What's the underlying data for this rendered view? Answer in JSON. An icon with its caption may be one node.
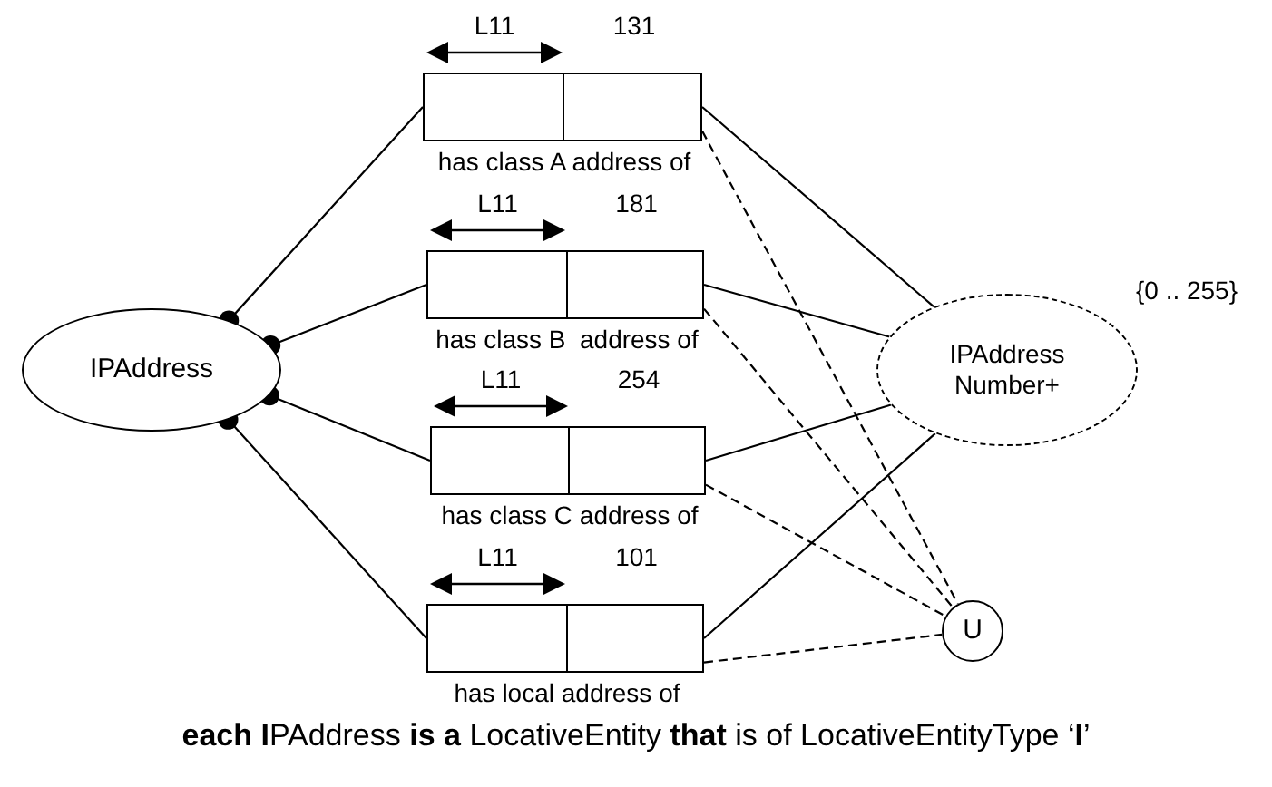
{
  "diagram": {
    "caption": "**each I**PAddress **is a** LocativeEntity **that** is of LocativeEntityType ‘**I**’",
    "nodes": [
      {
        "text": [
          "IPAddress"
        ]
      },
      {
        "text": [],
        "shape": "box",
        "beside": [
          "L11",
          "131",
          "has class A address of"
        ]
      },
      {
        "text": [],
        "shape": "box",
        "beside": [
          "L11",
          "181",
          "has class B  address of"
        ]
      },
      {
        "text": [],
        "shape": "box",
        "beside": [
          "L11",
          "254",
          "has class C address of"
        ]
      },
      {
        "text": [],
        "shape": "box",
        "beside": [
          "L11",
          "101",
          "has local address of"
        ]
      },
      {
        "text": [
          "IPAddress Number+"
        ],
        "beside": [
          "{0 .. 255}"
        ]
      },
      {
        "text": [
          "U"
        ]
      }
    ],
    "edges": [
      {
        "from": 0,
        "to": 1,
        "arrow": "other"
      },
      {
        "from": 0,
        "to": 2,
        "arrow": "other"
      },
      {
        "from": 0,
        "to": 3,
        "arrow": "other"
      },
      {
        "from": 0,
        "to": 4,
        "arrow": "other"
      },
      {
        "from": 1,
        "to": 5,
        "arrow": "none"
      },
      {
        "from": 2,
        "to": 5,
        "arrow": "none"
      },
      {
        "from": 3,
        "to": 5,
        "arrow": "none"
      },
      {
        "from": 4,
        "to": 5,
        "arrow": "none"
      },
      {
        "from": 1,
        "to": 6,
        "arrow": "none",
        "style": "dashed"
      },
      {
        "from": 2,
        "to": 6,
        "arrow": "none",
        "style": "dashed"
      },
      {
        "from": 3,
        "to": 6,
        "arrow": "none",
        "style": "dashed"
      },
      {
        "from": 4,
        "to": 6,
        "arrow": "none",
        "style": "dashed"
      }
    ]
  }
}
